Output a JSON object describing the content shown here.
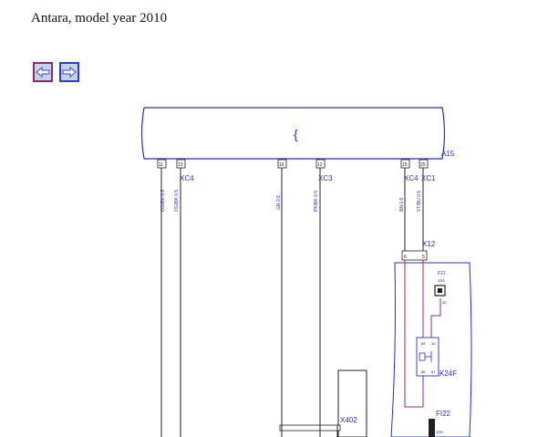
{
  "page": {
    "title": "Antara, model year 2010"
  },
  "nav": {
    "back": {
      "icon": "arrow-left-icon"
    },
    "forward": {
      "icon": "arrow-right-icon"
    }
  },
  "diagram": {
    "module": {
      "label": "A15",
      "glyph": "{"
    },
    "connectors": {
      "xc4_left": "XC4",
      "xc3": "XC3",
      "xc4_right": "XC4",
      "xc1": "XC1",
      "x12": "X12",
      "x402": "X402"
    },
    "pins": {
      "p11": "11",
      "p13": "13",
      "p16": "16",
      "p12": "12",
      "p15": "15",
      "p25": "25",
      "x12_a": "6",
      "x12_b": "5"
    },
    "wires": {
      "w1": "OG/BK 0.5",
      "w2": "OG/BK 0.5",
      "w3": "GN 0.5",
      "w4": "PK/BK 0.5",
      "w5": "BN 0.5",
      "w6": "VT/BU 0.5"
    },
    "fuse_top": {
      "name": "F12",
      "rating": "15A",
      "pin_top": "40",
      "pin_bottom": "30"
    },
    "relay": {
      "label": "K24F",
      "pins": [
        "85",
        "30",
        "86",
        "87"
      ]
    },
    "fuse_bottom": {
      "name": "FI22",
      "rating": "10A"
    }
  },
  "colors": {
    "line_blue": "#2b2bd6",
    "line_dark": "#222222",
    "wire_magenta": "#9a2a7a",
    "nav_bg": "#c8d2e6"
  }
}
